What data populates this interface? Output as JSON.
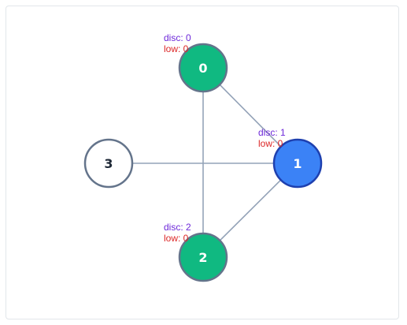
{
  "graph": {
    "nodes": [
      {
        "id": "0",
        "label": "0",
        "disc": "disc: 0",
        "low": "low: 0",
        "state": "visited"
      },
      {
        "id": "1",
        "label": "1",
        "disc": "disc: 1",
        "low": "low: 0",
        "state": "current"
      },
      {
        "id": "2",
        "label": "2",
        "disc": "disc: 2",
        "low": "low: 0",
        "state": "visited"
      },
      {
        "id": "3",
        "label": "3",
        "state": "unvisited"
      }
    ],
    "edges": [
      {
        "from": "0",
        "to": "1"
      },
      {
        "from": "0",
        "to": "2"
      },
      {
        "from": "1",
        "to": "2"
      },
      {
        "from": "3",
        "to": "1"
      }
    ]
  },
  "colors": {
    "visited_fill": "#10b981",
    "visited_stroke": "#64748b",
    "current_fill": "#3b82f6",
    "current_stroke": "#1e40af",
    "unvisited_fill": "#ffffff",
    "unvisited_stroke": "#64748b",
    "edge": "#94a3b8",
    "disc_text": "#6d28d9",
    "low_text": "#dc2626"
  }
}
